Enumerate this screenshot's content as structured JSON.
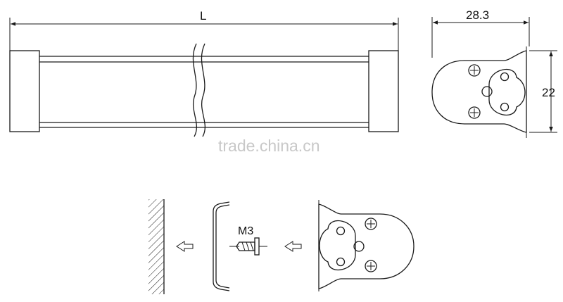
{
  "drawing": {
    "length_label": "L",
    "width_label": "28.3",
    "height_label": "22",
    "screw_label": "M3",
    "watermark": "trade.china.cn"
  }
}
